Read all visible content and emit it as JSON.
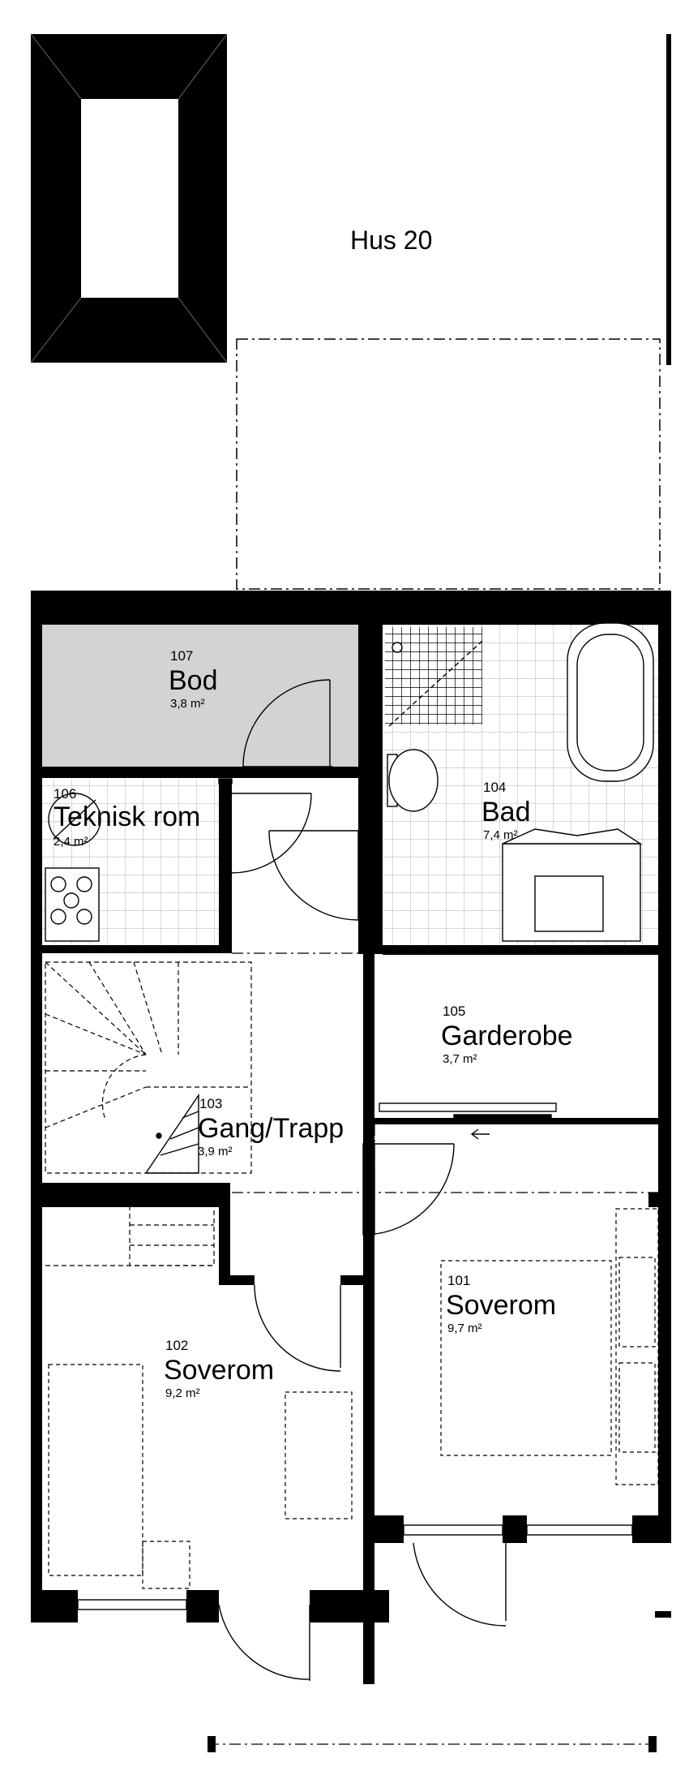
{
  "building": {
    "title": "Hus 20"
  },
  "area_unit": "m²",
  "rooms": [
    {
      "id": "bod",
      "number": "107",
      "name": "Bod",
      "area": "3,8"
    },
    {
      "id": "bad",
      "number": "104",
      "name": "Bad",
      "area": "7,4"
    },
    {
      "id": "teknisk",
      "number": "106",
      "name": "Teknisk rom",
      "area": "2,4"
    },
    {
      "id": "garderobe",
      "number": "105",
      "name": "Garderobe",
      "area": "3,7"
    },
    {
      "id": "gang",
      "number": "103",
      "name": "Gang/Trapp",
      "area": "3,9"
    },
    {
      "id": "soverom101",
      "number": "101",
      "name": "Soverom",
      "area": "9,7"
    },
    {
      "id": "soverom102",
      "number": "102",
      "name": "Soverom",
      "area": "9,2"
    }
  ],
  "colors": {
    "wall": "#000000",
    "storage_fill": "#d3d3d3",
    "tile_line": "#bdbdbd",
    "line": "#000000"
  }
}
